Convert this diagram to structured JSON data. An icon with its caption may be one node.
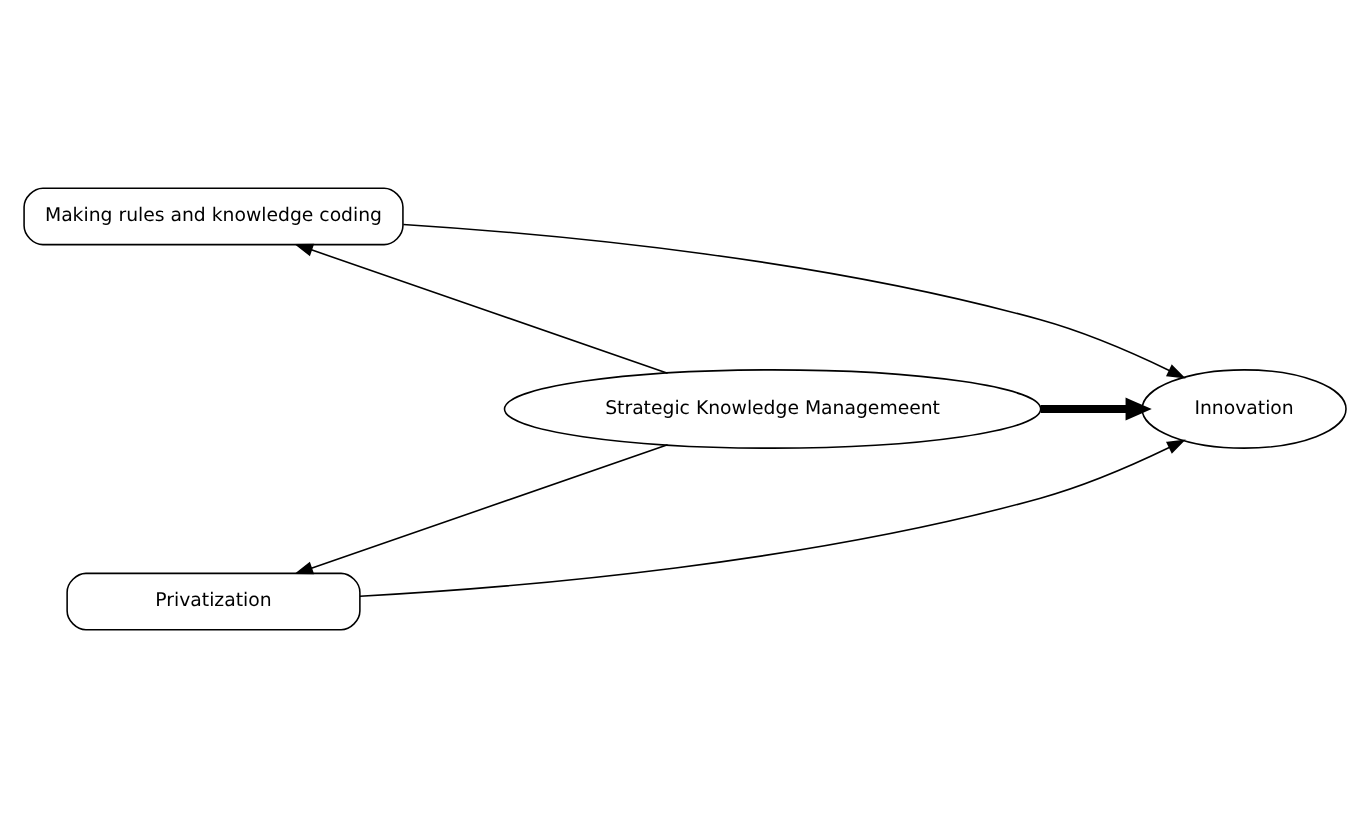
{
  "diagram": {
    "nodes": [
      {
        "text": [
          "Making rules and knowledge coding"
        ]
      },
      {
        "text": [
          "Strategic Knowledge Managemeent"
        ]
      },
      {
        "text": [
          "Innovation"
        ]
      },
      {
        "text": [
          "Privatization"
        ]
      }
    ],
    "edges": [
      {
        "from": 0,
        "to": 2,
        "arrow": "to"
      },
      {
        "from": 1,
        "to": 2,
        "arrow": "to",
        "style": "thick"
      },
      {
        "from": 1,
        "to": 0,
        "arrow": "to"
      },
      {
        "from": 1,
        "to": 3,
        "arrow": "to"
      },
      {
        "from": 3,
        "to": 2,
        "arrow": "to"
      }
    ]
  }
}
